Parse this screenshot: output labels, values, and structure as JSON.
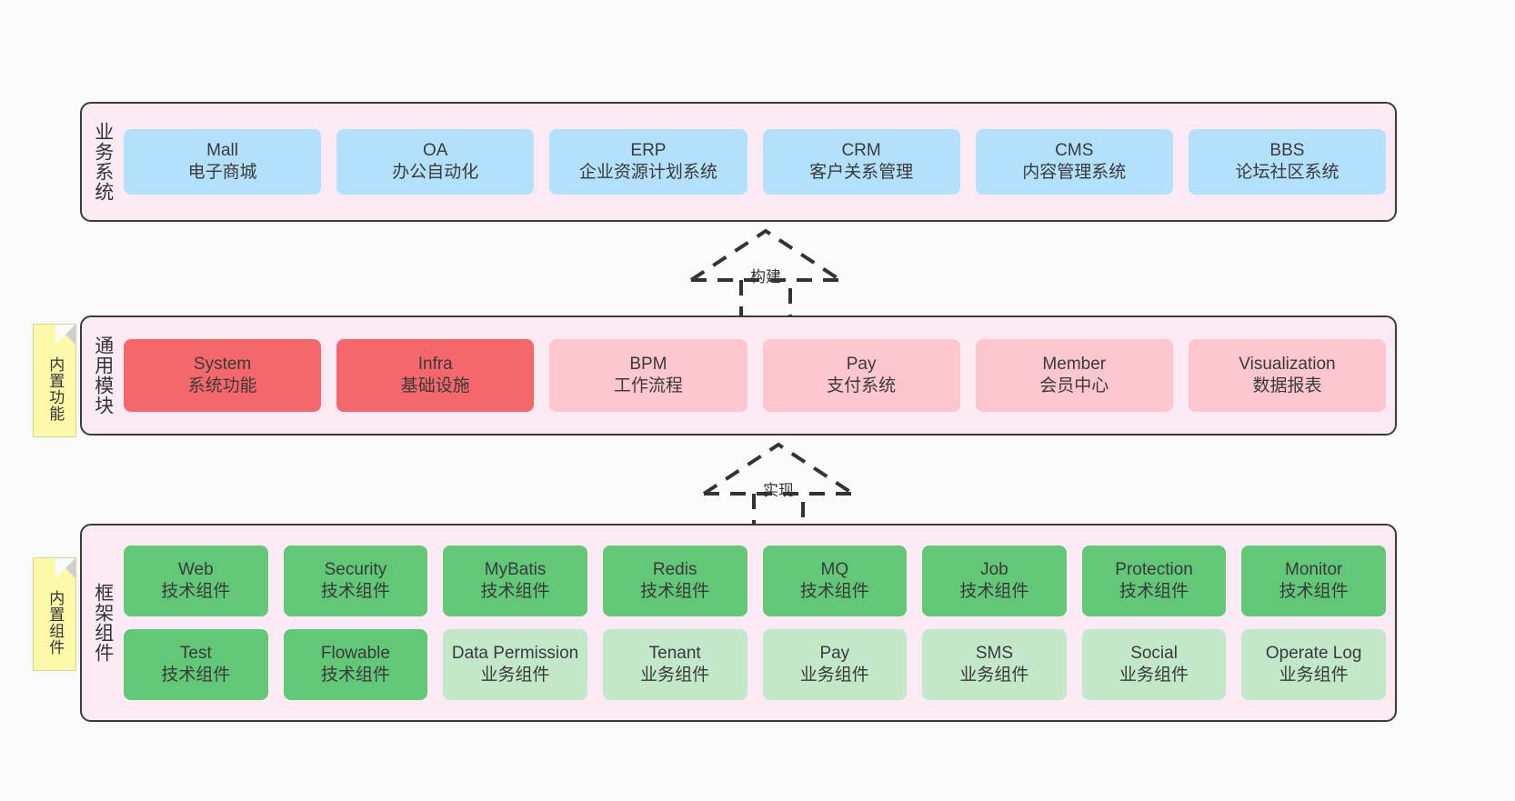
{
  "canvas": {
    "background": "#fafafa"
  },
  "palette": {
    "panel_bg": "#fbeaf4",
    "panel_border": "#3b3b3b",
    "blue": "#b3e0fb",
    "red": "#f4676b",
    "pink": "#fcc6cf",
    "green": "#62c878",
    "light_green": "#c2e8c9",
    "sticky_yellow": "#fbf8a8",
    "sticky_fold": "#cfcfcf",
    "text": "#333333"
  },
  "layers": [
    {
      "id": "business",
      "label": "业务系统",
      "rows": [
        {
          "cards": [
            {
              "en": "Mall",
              "cn": "电子商城",
              "style": "blue"
            },
            {
              "en": "OA",
              "cn": "办公自动化",
              "style": "blue"
            },
            {
              "en": "ERP",
              "cn": "企业资源计划系统",
              "style": "blue"
            },
            {
              "en": "CRM",
              "cn": "客户关系管理",
              "style": "blue"
            },
            {
              "en": "CMS",
              "cn": "内容管理系统",
              "style": "blue"
            },
            {
              "en": "BBS",
              "cn": "论坛社区系统",
              "style": "blue"
            }
          ]
        }
      ]
    },
    {
      "id": "common",
      "label": "通用模块",
      "sticky": "内置功能",
      "rows": [
        {
          "cards": [
            {
              "en": "System",
              "cn": "系统功能",
              "style": "red"
            },
            {
              "en": "Infra",
              "cn": "基础设施",
              "style": "red"
            },
            {
              "en": "BPM",
              "cn": "工作流程",
              "style": "pink"
            },
            {
              "en": "Pay",
              "cn": "支付系统",
              "style": "pink"
            },
            {
              "en": "Member",
              "cn": "会员中心",
              "style": "pink"
            },
            {
              "en": "Visualization",
              "cn": "数据报表",
              "style": "pink"
            }
          ]
        }
      ]
    },
    {
      "id": "frame",
      "label": "框架组件",
      "sticky": "内置组件",
      "rows": [
        {
          "cards": [
            {
              "en": "Web",
              "cn": "技术组件",
              "style": "green"
            },
            {
              "en": "Security",
              "cn": "技术组件",
              "style": "green"
            },
            {
              "en": "MyBatis",
              "cn": "技术组件",
              "style": "green"
            },
            {
              "en": "Redis",
              "cn": "技术组件",
              "style": "green"
            },
            {
              "en": "MQ",
              "cn": "技术组件",
              "style": "green"
            },
            {
              "en": "Job",
              "cn": "技术组件",
              "style": "green"
            },
            {
              "en": "Protection",
              "cn": "技术组件",
              "style": "green"
            },
            {
              "en": "Monitor",
              "cn": "技术组件",
              "style": "green"
            }
          ]
        },
        {
          "cards": [
            {
              "en": "Test",
              "cn": "技术组件",
              "style": "green"
            },
            {
              "en": "Flowable",
              "cn": "技术组件",
              "style": "green"
            },
            {
              "en": "Data Permission",
              "cn": "业务组件",
              "style": "lightgreen"
            },
            {
              "en": "Tenant",
              "cn": "业务组件",
              "style": "lightgreen"
            },
            {
              "en": "Pay",
              "cn": "业务组件",
              "style": "lightgreen"
            },
            {
              "en": "SMS",
              "cn": "业务组件",
              "style": "lightgreen"
            },
            {
              "en": "Social",
              "cn": "业务组件",
              "style": "lightgreen"
            },
            {
              "en": "Operate Log",
              "cn": "业务组件",
              "style": "lightgreen"
            }
          ]
        }
      ]
    }
  ],
  "connectors": [
    {
      "id": "build",
      "label": "构建"
    },
    {
      "id": "realize",
      "label": "实现"
    }
  ]
}
